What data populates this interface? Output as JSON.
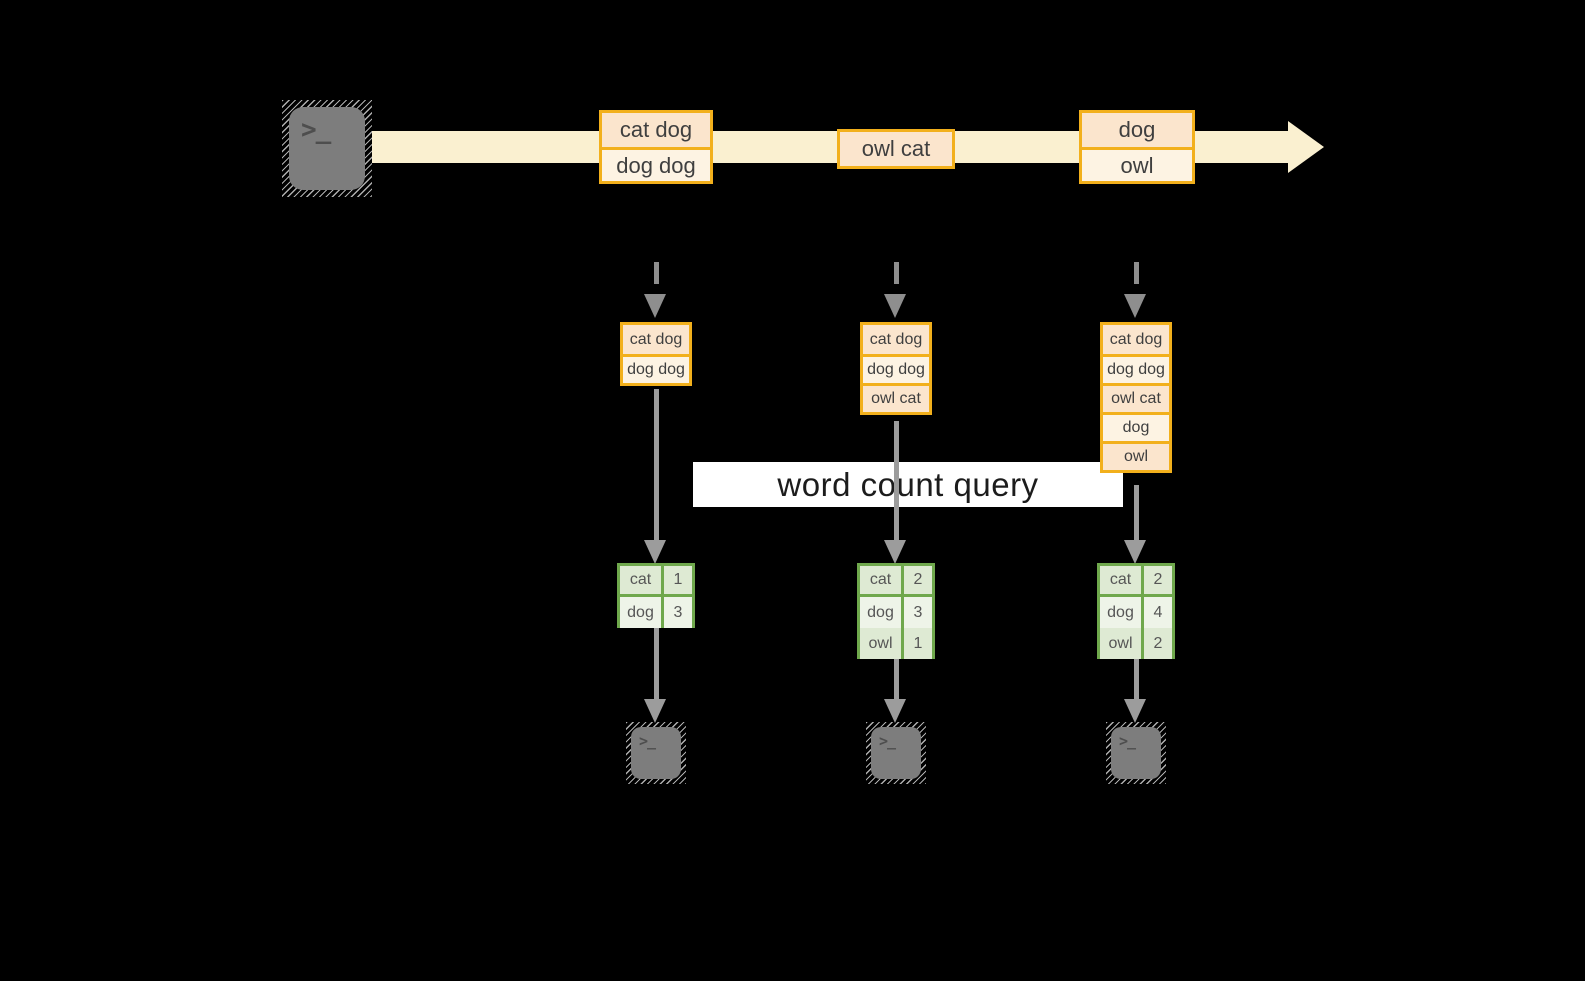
{
  "query_banner": {
    "label": "word count query"
  },
  "icons": {
    "terminal_prompt": ">_"
  },
  "stream": {
    "groups": [
      {
        "items": [
          "cat dog",
          "dog dog"
        ]
      },
      {
        "items": [
          "owl cat"
        ]
      },
      {
        "items": [
          "dog",
          "owl"
        ]
      }
    ]
  },
  "partitions": [
    {
      "buffer": [
        "cat dog",
        "dog dog"
      ],
      "counts": [
        {
          "word": "cat",
          "count": "1"
        },
        {
          "word": "dog",
          "count": "3"
        }
      ]
    },
    {
      "buffer": [
        "cat dog",
        "dog dog",
        "owl cat"
      ],
      "counts": [
        {
          "word": "cat",
          "count": "2"
        },
        {
          "word": "dog",
          "count": "3"
        },
        {
          "word": "owl",
          "count": "1"
        }
      ]
    },
    {
      "buffer": [
        "cat dog",
        "dog dog",
        "owl cat",
        "dog",
        "owl"
      ],
      "counts": [
        {
          "word": "cat",
          "count": "2"
        },
        {
          "word": "dog",
          "count": "4"
        },
        {
          "word": "owl",
          "count": "2"
        }
      ]
    }
  ],
  "colors": {
    "accent_amber": "#F2B01C",
    "fill_peach": "#FBE5CD",
    "fill_cream": "#FDF3E3",
    "stream_arrow": "#FAF0D0",
    "table_border_green": "#6FA84C",
    "table_fill_dark": "#DEEAD3",
    "table_fill_light": "#EEF4E8",
    "connector_gray": "#9C9C9C",
    "terminal_gray": "#7D7D7D",
    "banner_bg": "#FFFFFF",
    "background": "#000000"
  }
}
